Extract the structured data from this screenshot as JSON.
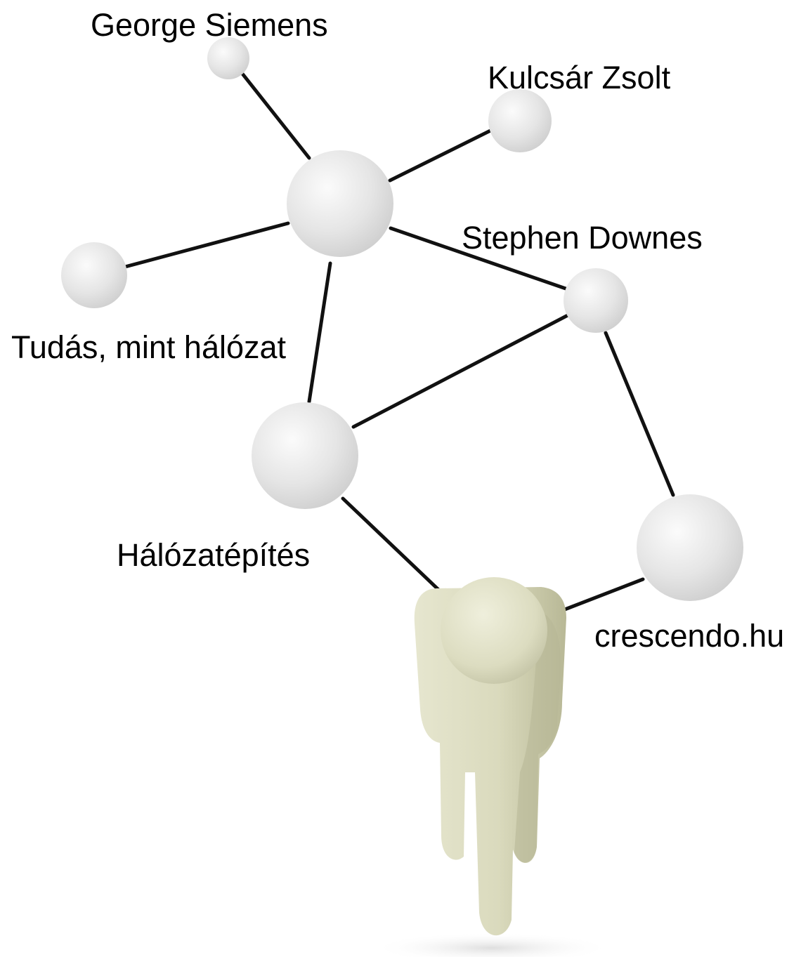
{
  "diagram": {
    "labels": {
      "george_siemens": "George Siemens",
      "kulcsar_zsolt": "Kulcsár Zsolt",
      "stephen_downes": "Stephen Downes",
      "tudas_mint_halozat": "Tudás, mint hálózat",
      "halozatepites": "Hálózatépítés",
      "crescendo": "crescendo.hu"
    },
    "colors": {
      "node_fill": "#e6e6e6",
      "node_highlight": "#fafafa",
      "edge": "#111111",
      "person_fill": "#ddddc2",
      "person_shadow": "#b9b99a",
      "background": "#ffffff"
    }
  }
}
